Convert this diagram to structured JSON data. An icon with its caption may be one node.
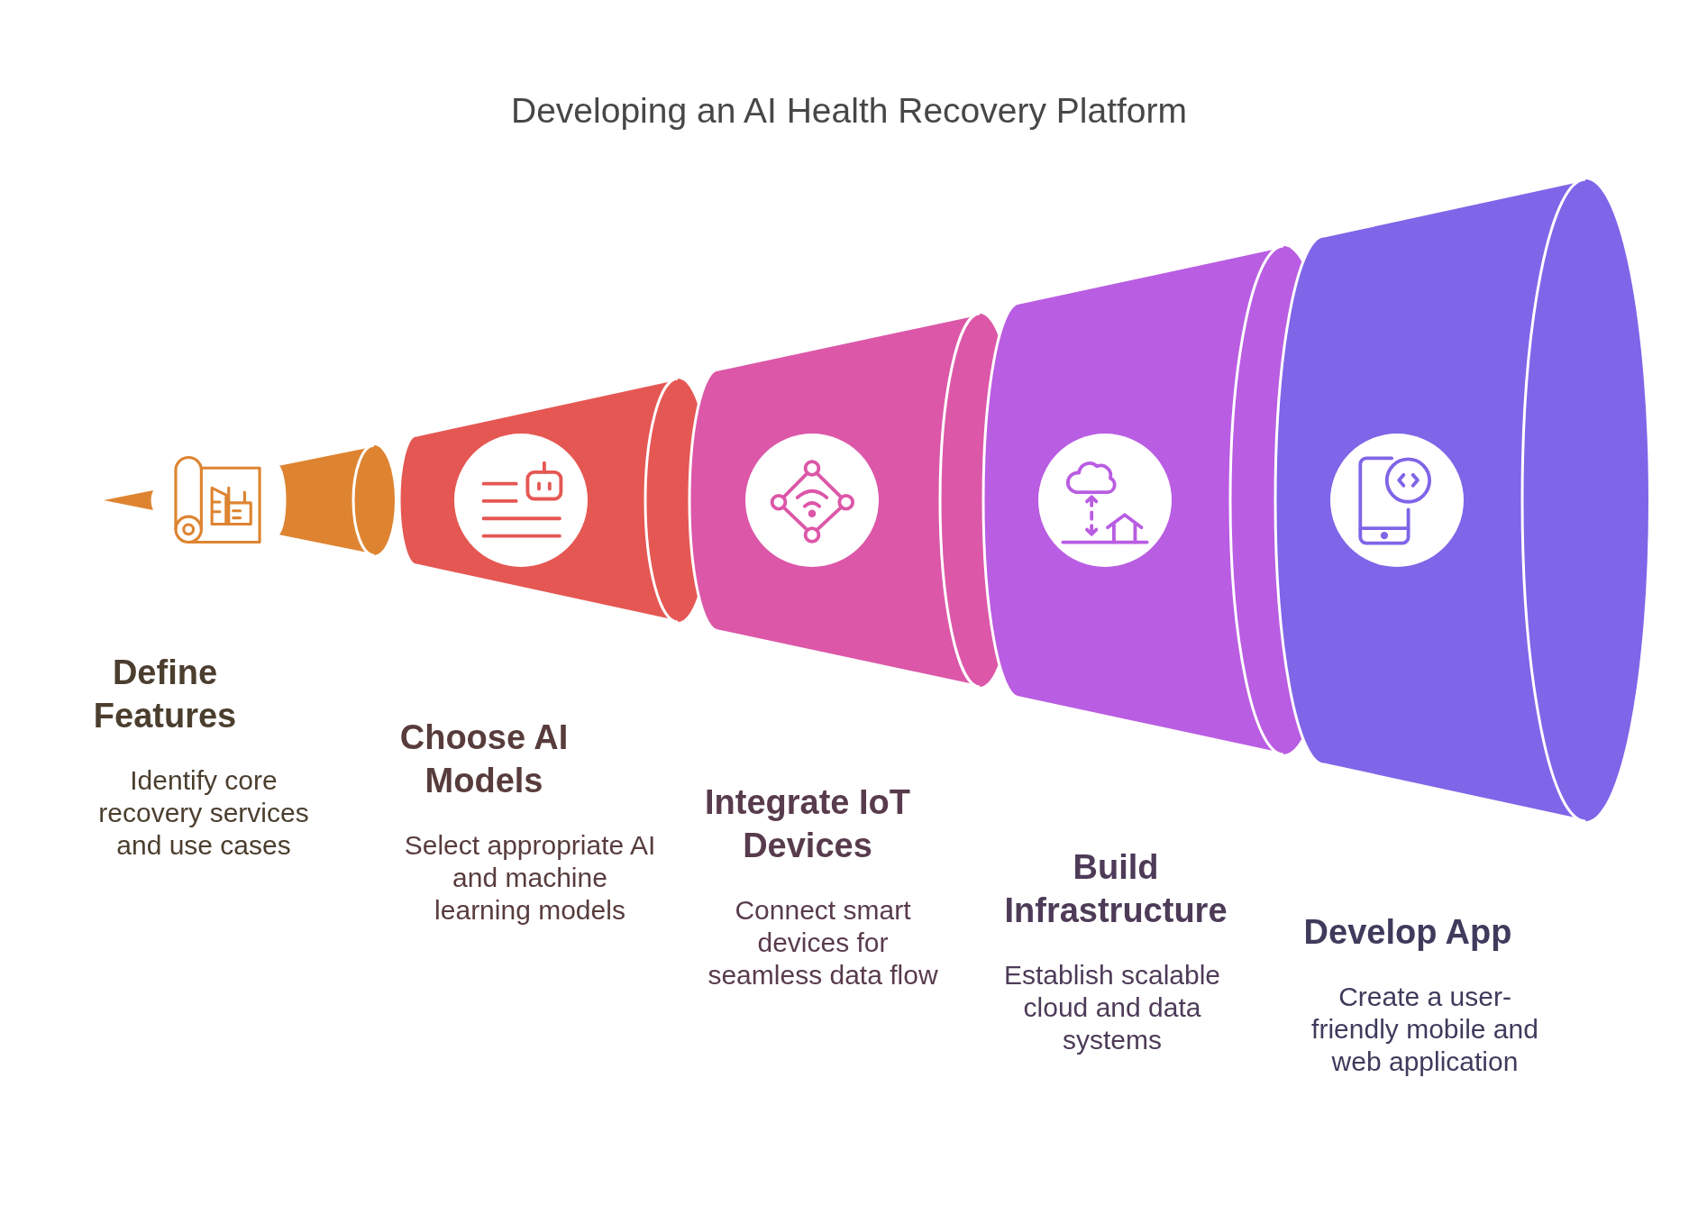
{
  "diagram": {
    "title": "Developing an AI Health Recovery Platform",
    "nodes": [
      {
        "text": [
          "Define Features"
        ]
      },
      {
        "text": [
          "Choose AI Models"
        ]
      },
      {
        "text": [
          "Integrate IoT Devices"
        ]
      },
      {
        "text": [
          "Build Infrastructure"
        ]
      },
      {
        "text": [
          "Develop App"
        ]
      }
    ],
    "labels": [
      "Identify core recovery services and use cases",
      "Select appropriate AI and machine learning models",
      "Connect smart devices for seamless data flow",
      "Establish scalable cloud and data systems",
      "Create a user-friendly mobile and web application"
    ]
  }
}
